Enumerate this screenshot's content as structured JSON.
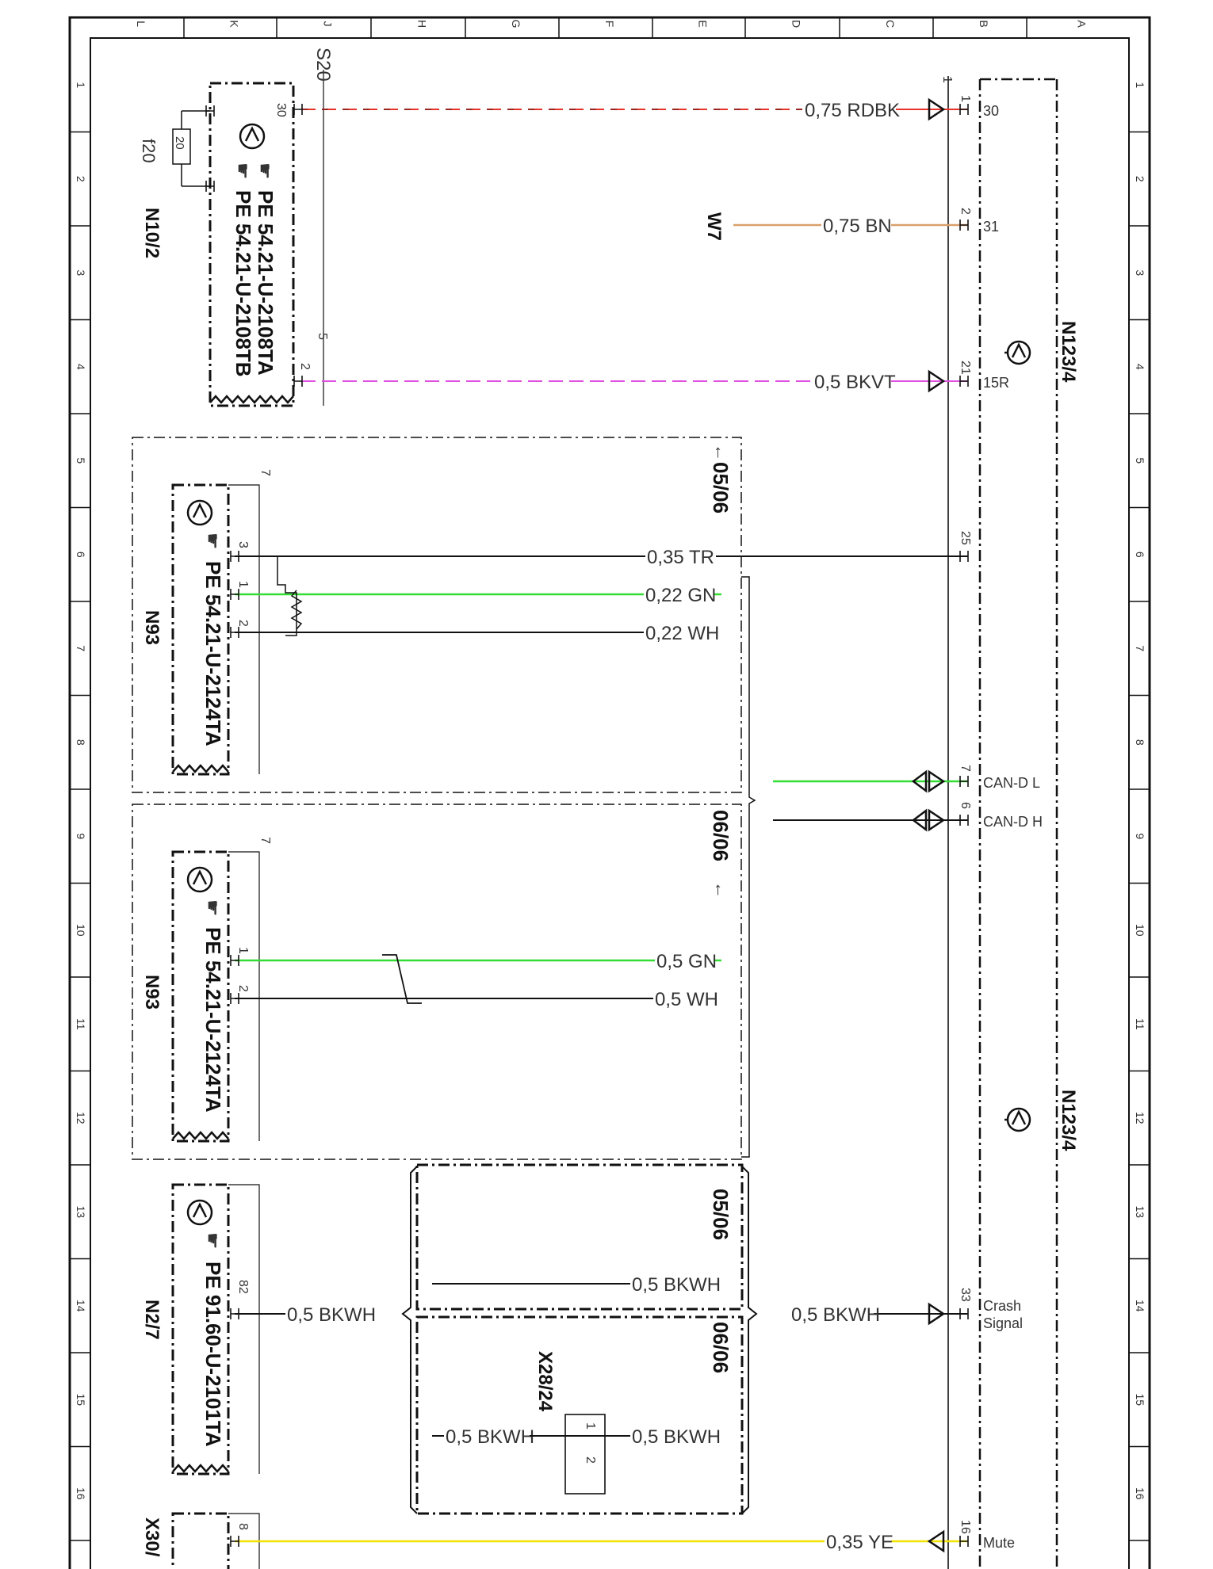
{
  "column_labels": [
    "L",
    "K",
    "J",
    "H",
    "G",
    "F",
    "E",
    "D",
    "C",
    "B",
    "A"
  ],
  "row_labels": [
    "1",
    "2",
    "3",
    "4",
    "5",
    "6",
    "7",
    "8",
    "9",
    "10",
    "11",
    "12",
    "13",
    "14",
    "15",
    "16"
  ],
  "wire_colors": {
    "rdbk": "#e8332a",
    "bn": "#d9a06a",
    "bkvt": "#e050e0",
    "gn": "#33dd33",
    "wh": "#222222",
    "tr": "#111111",
    "bkwh": "#222222",
    "ye": "#f2e200"
  },
  "modules": {
    "n123_4_top": "N123/4",
    "n123_4_bottom": "N123/4",
    "n10_2": "N10/2",
    "n10_2_pe_a": "PE 54.21-U-2108TA",
    "n10_2_pe_b": "PE 54.21-U-2108TB",
    "f20_label": "f20",
    "fuse_value": "20",
    "s20": "S20",
    "w7": "W7",
    "n93_a": "N93",
    "n93_a_pe": "PE 54.21-U-2124TA",
    "n93_b": "N93",
    "n93_b_pe": "PE 54.21-U-2124TA",
    "n2_7": "N2/7",
    "n2_7_pe": "PE 91.60-U-2101TA",
    "x28_24": "X28/24",
    "x30": "X30/"
  },
  "variants": {
    "v1": "05/06",
    "v2": "06/06",
    "v3": "05/06",
    "v4": "06/06"
  },
  "wires": {
    "w_30": "0,75 RDBK",
    "w_31": "0,75 BN",
    "w_15r": "0,5 BKVT",
    "w_tr": "0,35 TR",
    "w_gn1": "0,22 GN",
    "w_wh1": "0,22 WH",
    "w_gn2": "0,5 GN",
    "w_wh2": "0,5 WH",
    "w_bkwh_l": "0,5 BKWH",
    "w_bkwh_r": "0,5 BKWH",
    "w_bkwh_top": "0,5 BKWH",
    "w_bkwh_x1": "0,5 BKWH",
    "w_bkwh_x2": "0,5 BKWH",
    "w_ye": "0,35 YE"
  },
  "pin_names": {
    "p30": "30",
    "p31": "31",
    "p15r": "15R",
    "can_l": "CAN-D L",
    "can_h": "CAN-D H",
    "crash_1": "Crash",
    "crash_2": "Signal",
    "mute": "Mute"
  },
  "pin_numbers": {
    "b1": "1",
    "b2": "2",
    "b21": "21",
    "b25": "25",
    "b7": "7",
    "b6": "6",
    "b33": "33",
    "b16": "16",
    "s20_30": "30",
    "s20_5": "5",
    "s20_2": "2",
    "b_conn_1": "1",
    "n93a_3": "3",
    "n93a_1": "1",
    "n93a_2": "2",
    "n93a_7": "7",
    "n93b_1": "1",
    "n93b_2": "2",
    "n93b_7": "7",
    "n27_82": "82",
    "x28_1": "1",
    "x28_2": "2",
    "x30_8": "8"
  }
}
